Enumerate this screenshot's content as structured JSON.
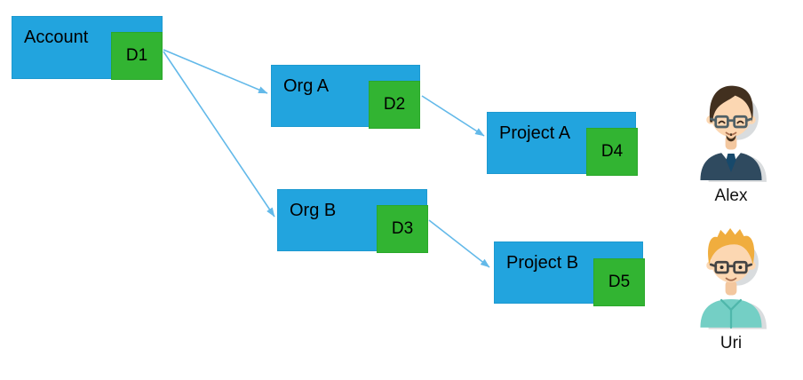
{
  "diagram": {
    "colors": {
      "node_fill": "#22a4de",
      "badge_fill": "#32b432",
      "arrow": "#63b9e9",
      "label": "#000000"
    },
    "nodes": [
      {
        "label": "Account",
        "badge": "D1"
      },
      {
        "label": "Org A",
        "badge": "D2"
      },
      {
        "label": "Project A",
        "badge": "D4"
      },
      {
        "label": "Org B",
        "badge": "D3"
      },
      {
        "label": "Project B",
        "badge": "D5"
      }
    ],
    "edges": [
      {
        "from": "Account (D1)",
        "to": "Org A"
      },
      {
        "from": "Account (D1)",
        "to": "Org B"
      },
      {
        "from": "Org A (D2)",
        "to": "Project A"
      },
      {
        "from": "Org B (D3)",
        "to": "Project B"
      }
    ]
  },
  "users": [
    {
      "name": "Alex",
      "avatar": "man-dark-hair-glasses-navy-sweater-tie"
    },
    {
      "name": "Uri",
      "avatar": "man-blonde-spiky-hair-glasses-teal-shirt"
    }
  ]
}
